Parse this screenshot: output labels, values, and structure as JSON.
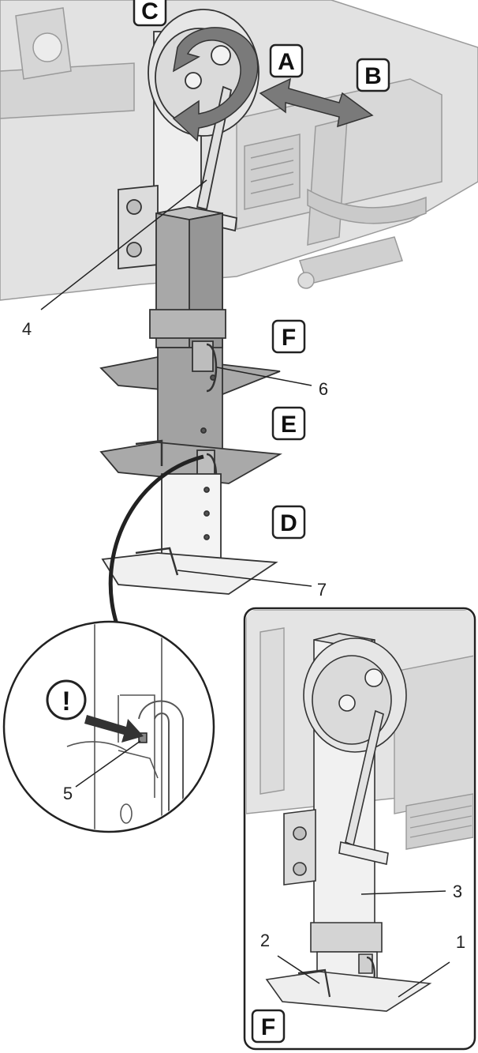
{
  "badges": {
    "a": "A",
    "b": "B",
    "c": "C",
    "d": "D",
    "e": "E",
    "f_main": "F",
    "f_inset": "F"
  },
  "callouts": {
    "c1": "1",
    "c2": "2",
    "c3": "3",
    "c4": "4",
    "c5": "5",
    "c6": "6",
    "c7": "7"
  },
  "warning_symbol": "!",
  "colors": {
    "background_machine": "#dcdcdc",
    "jack_dark": "#a6a6a6",
    "arrow_fill": "#7a7a7a",
    "outline": "#333333"
  }
}
